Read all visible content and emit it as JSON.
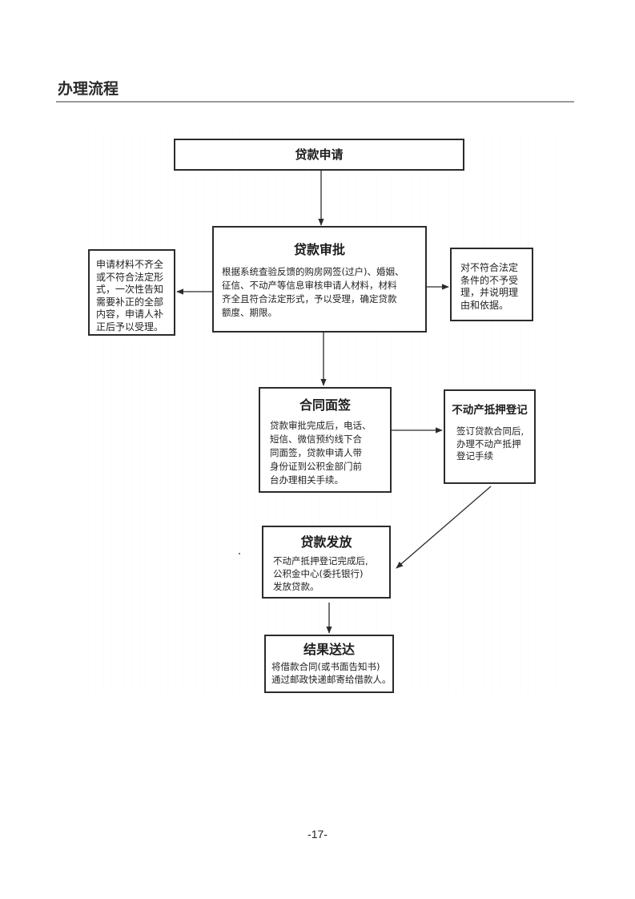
{
  "section_title": "办理流程",
  "flow": {
    "apply": {
      "title": "贷款申请"
    },
    "approve": {
      "title": "贷款审批",
      "lines": [
        "根据系统查验反馈的购房网签(过户)、婚姻、",
        "征信、不动产等信息审核申请人材料，材料",
        "齐全且符合法定形式，予以受理，确定贷款",
        "额度、期限。"
      ]
    },
    "supplement": {
      "lines": [
        "申请材料不齐全",
        "或不符合法定形",
        "式，一次性告知",
        "需要补正的全部",
        "内容，申请人补",
        "正后予以受理。"
      ]
    },
    "reject": {
      "lines": [
        "对不符合法定",
        "条件的不予受",
        "理，并说明理",
        "由和依据。"
      ]
    },
    "sign": {
      "title": "合同面签",
      "lines": [
        "贷款审批完成后，电话、",
        "短信、微信预约线下合",
        "同面签，贷款申请人带",
        "身份证到公积金部门前",
        "台办理相关手续。"
      ]
    },
    "mortgage": {
      "title": "不动产抵押登记",
      "lines": [
        "签订贷款合同后,",
        "办理不动产抵押",
        "登记手续"
      ]
    },
    "disburse": {
      "title": "贷款发放",
      "lines": [
        "不动产抵押登记完成后,",
        "公积金中心(委托银行)",
        "发放贷款。"
      ]
    },
    "deliver": {
      "title": "结果送达",
      "lines": [
        "将借款合同(或书面告知书)",
        "通过邮政快递邮寄给借款人。"
      ]
    }
  },
  "page_number": "-17-"
}
